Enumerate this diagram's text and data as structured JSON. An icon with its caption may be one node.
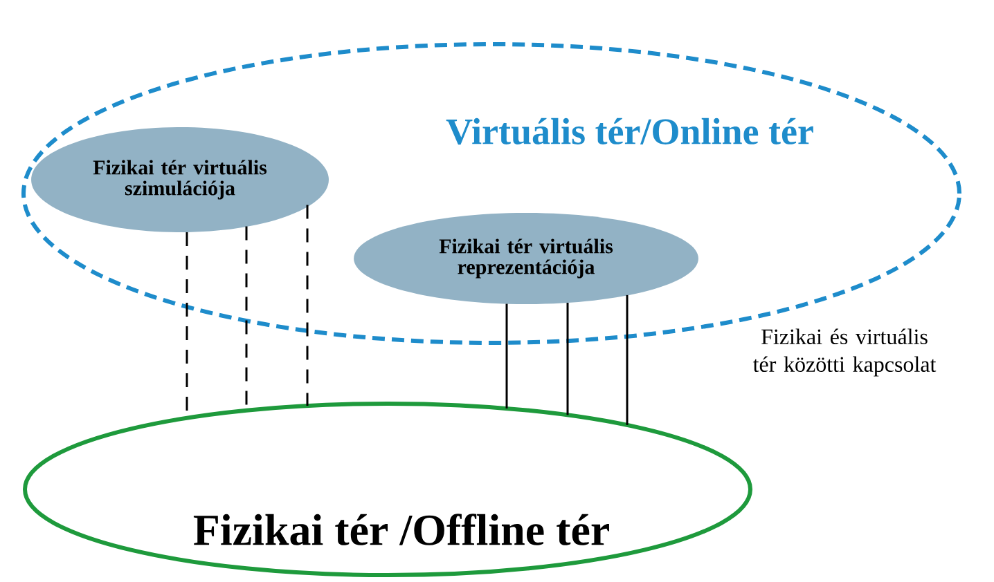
{
  "diagram": {
    "nodes": [
      {
        "text": [
          "Virtuális tér/Online tér"
        ]
      },
      {
        "text": [
          "Fizikai tér virtuális szimulációja"
        ],
        "in": 0
      },
      {
        "text": [
          "Fizikai tér virtuális reprezentációja"
        ],
        "in": 0
      },
      {
        "text": [
          "Fizikai tér /Offline tér"
        ]
      }
    ],
    "edges": [
      {
        "from": 1,
        "to": 3,
        "arrow": "none",
        "style": "dashed"
      },
      {
        "from": 1,
        "to": 3,
        "arrow": "none",
        "style": "dashed"
      },
      {
        "from": 1,
        "to": 3,
        "arrow": "none",
        "style": "dashed"
      },
      {
        "from": 2,
        "to": 3,
        "arrow": "none"
      },
      {
        "from": 2,
        "to": 3,
        "arrow": "none"
      },
      {
        "from": 2,
        "to": 3,
        "arrow": "none"
      }
    ],
    "labels": [
      "Fizikai és virtuális tér közötti kapcsolat"
    ]
  }
}
